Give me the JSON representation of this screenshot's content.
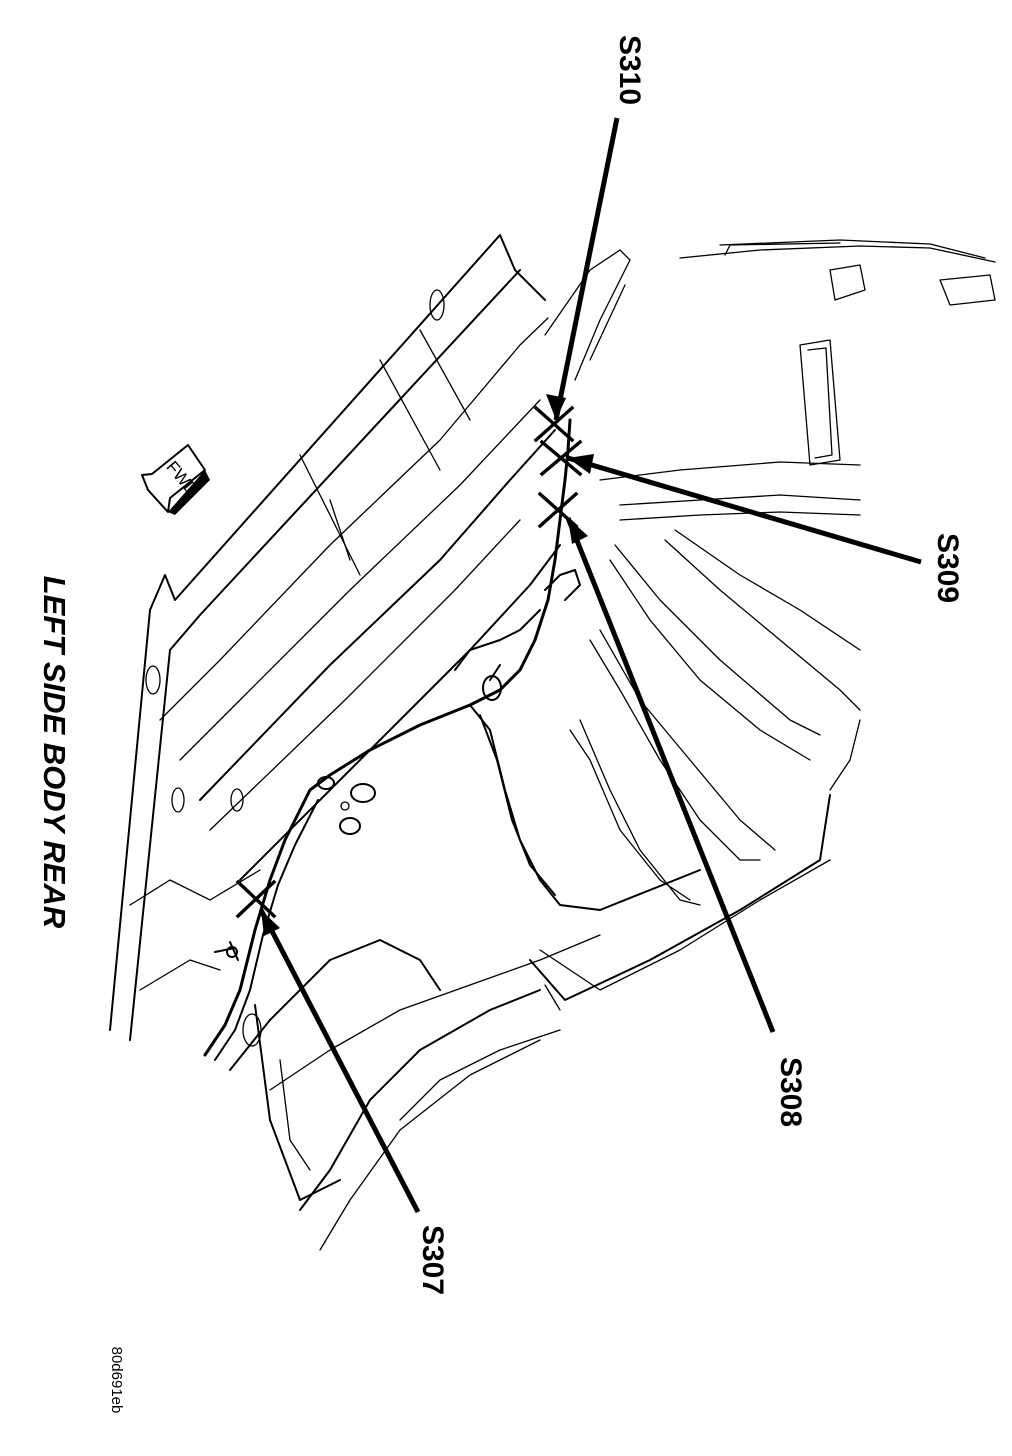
{
  "diagram": {
    "title": "LEFT SIDE BODY REAR",
    "direction_marker": "FWD",
    "reference_code": "80d691eb",
    "callouts": [
      {
        "id": "S310",
        "label": "S310"
      },
      {
        "id": "S309",
        "label": "S309"
      },
      {
        "id": "S308",
        "label": "S308"
      },
      {
        "id": "S307",
        "label": "S307"
      }
    ]
  }
}
